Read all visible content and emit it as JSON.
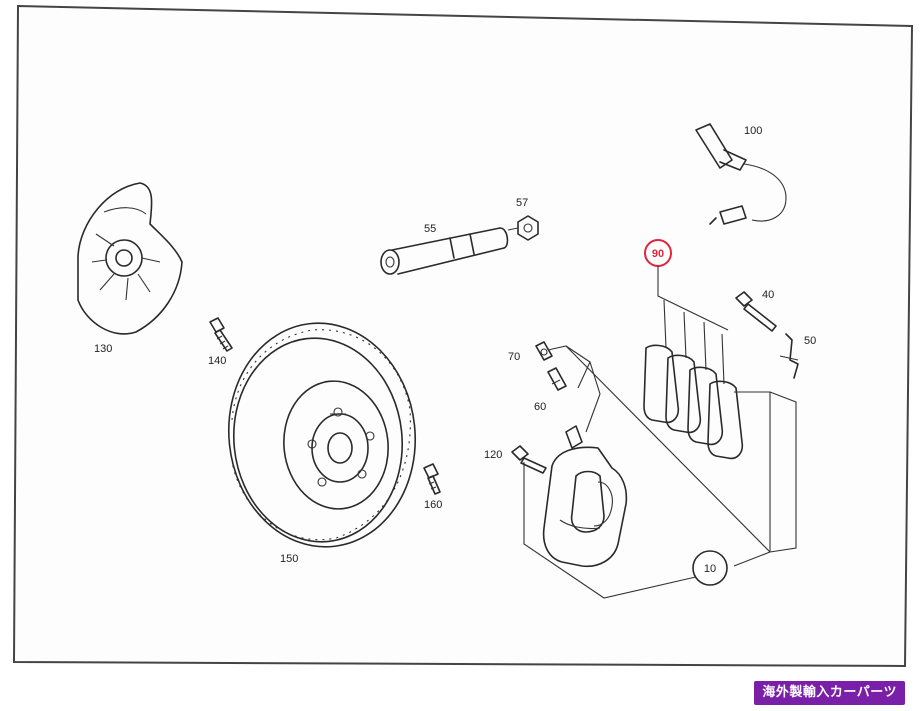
{
  "diagram": {
    "labels": {
      "p10": "10",
      "p40": "40",
      "p50": "50",
      "p55": "55",
      "p57": "57",
      "p60": "60",
      "p70": "70",
      "p90": "90",
      "p100": "100",
      "p120": "120",
      "p130": "130",
      "p140": "140",
      "p150": "150",
      "p160": "160"
    },
    "highlight_color": "#e0263a"
  },
  "badge": {
    "text": "海外製輸入カーパーツ",
    "color": "#7a1fa8"
  }
}
